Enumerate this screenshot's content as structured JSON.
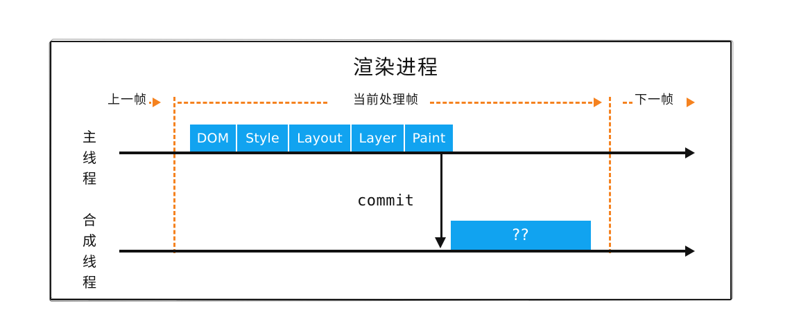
{
  "diagram": {
    "title": "渲染进程",
    "frame_border_color": "#141414",
    "accent_blue": "#11a3f0",
    "accent_orange": "#f5821f"
  },
  "timeline": {
    "previous_frame_label": "上一帧",
    "current_frame_label": "当前处理帧",
    "next_frame_label": "下一帧"
  },
  "threads": {
    "main": {
      "label_chars": [
        "主",
        "线",
        "程"
      ],
      "stages": [
        {
          "label": "DOM",
          "width": 68
        },
        {
          "label": "Style",
          "width": 75
        },
        {
          "label": "Layout",
          "width": 90
        },
        {
          "label": "Layer",
          "width": 77
        },
        {
          "label": "Paint",
          "width": 69
        }
      ]
    },
    "compositor": {
      "label_chars": [
        "合",
        "成",
        "线",
        "程"
      ],
      "block_label": "??"
    }
  },
  "commit": {
    "label": "commit"
  }
}
